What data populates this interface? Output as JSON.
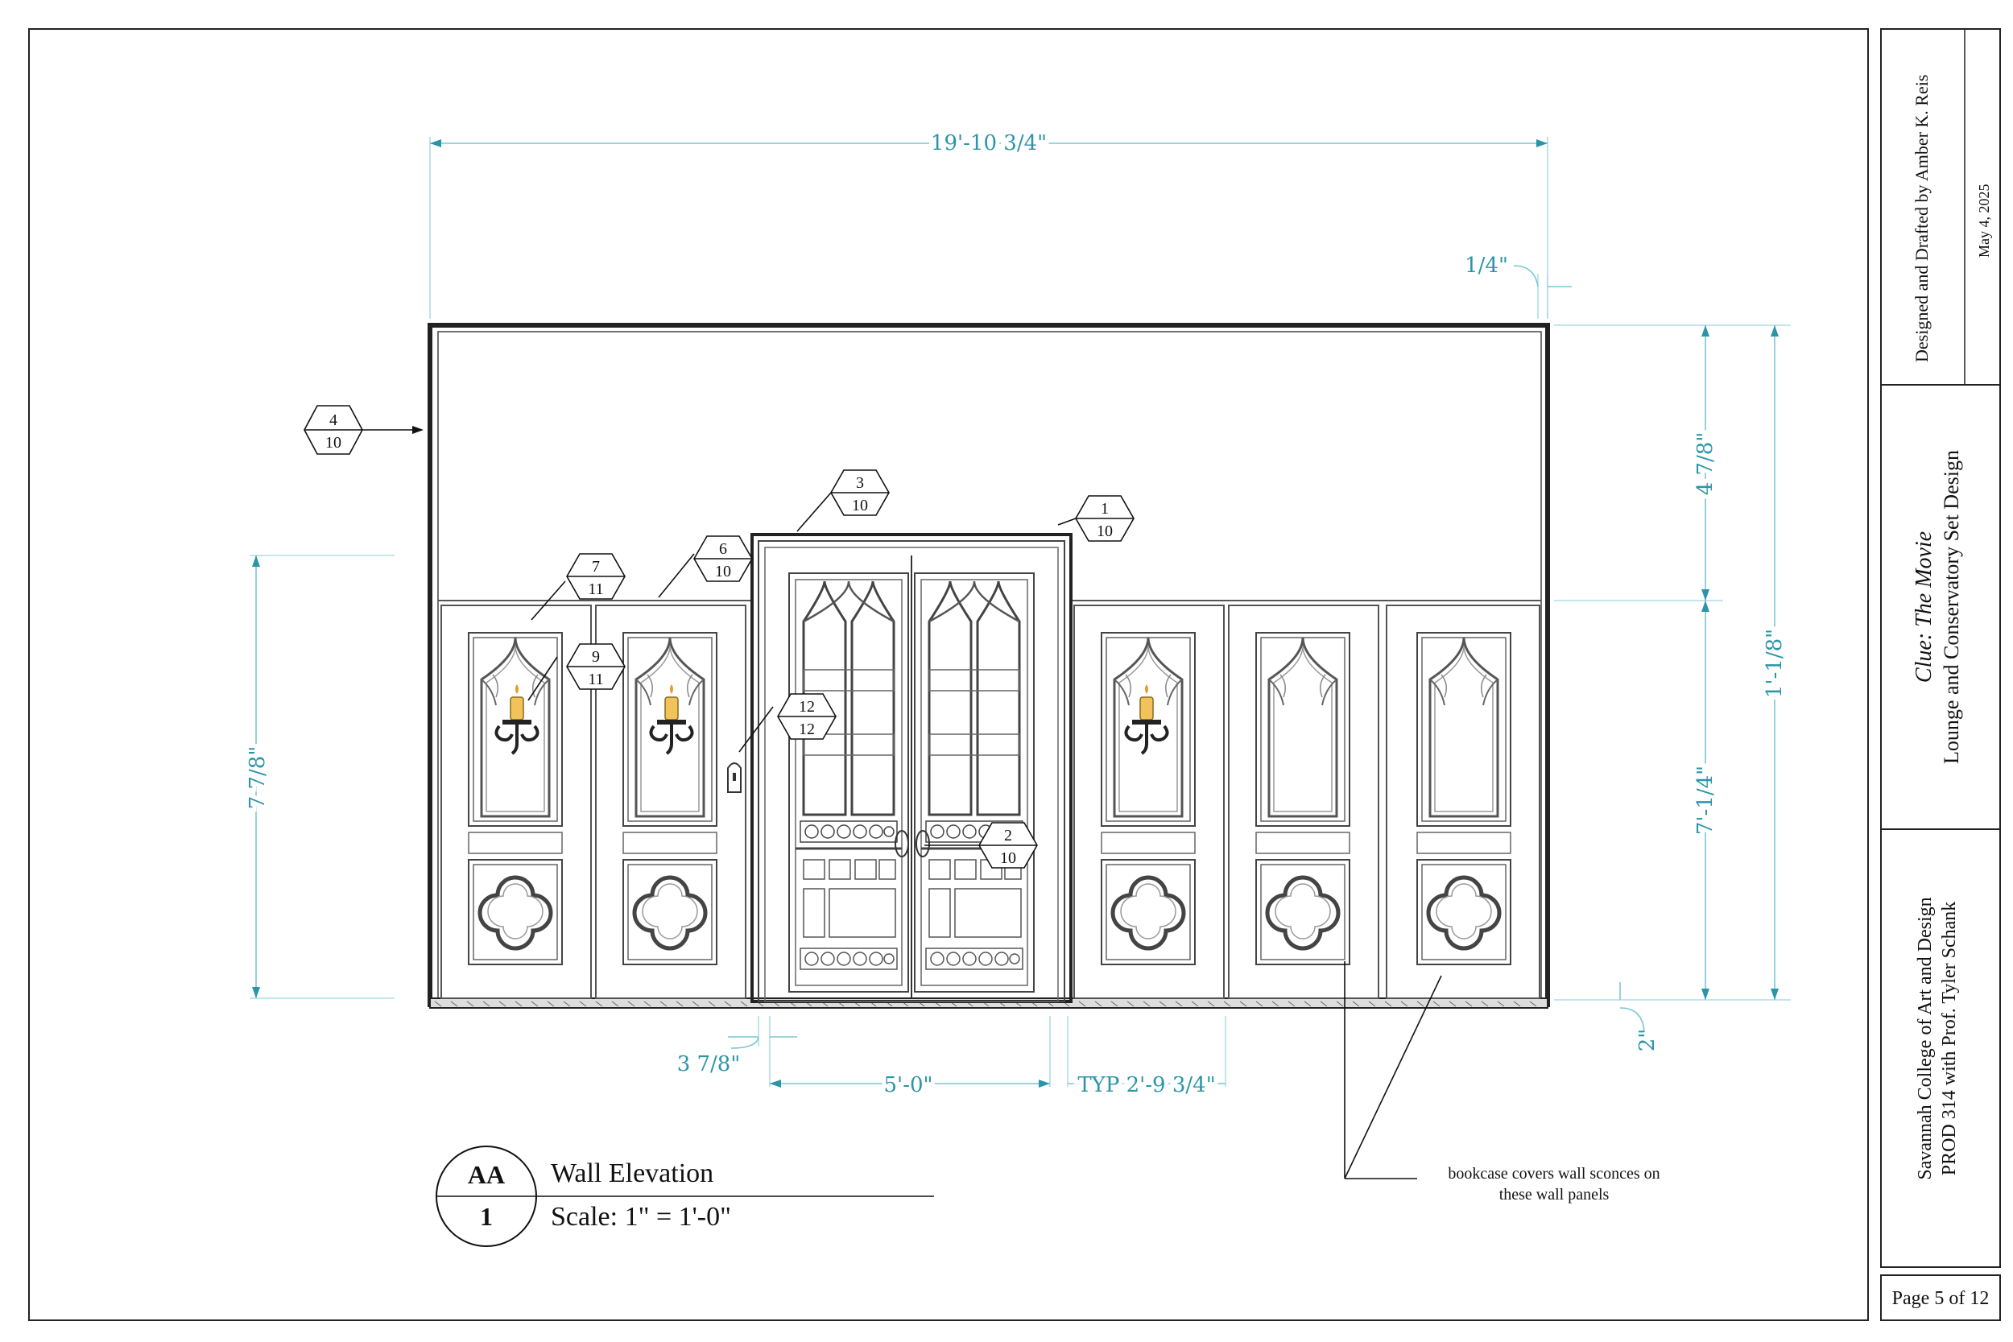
{
  "title_block": {
    "designer": "Designed and Drafted by Amber K. Reis",
    "date": "May 4, 2025",
    "show_title": "Clue: The Movie",
    "project": "Lounge and Conservatory Set Design",
    "school": "Savannah College of Art and Design",
    "course": "PROD 314 with Prof. Tyler Schank",
    "page": "Page 5 of 12"
  },
  "drawing": {
    "id": "AA",
    "sheet_number": "1",
    "name": "Wall Elevation",
    "scale": "Scale: 1\" = 1'-0\""
  },
  "dimensions": {
    "overall_width": "19'-10 3/4\"",
    "cap": "1/4\"",
    "upper_height": "4 7/8\"",
    "total_height": "1'-1/8\"",
    "wainscot_height": "7'-1/4\"",
    "left_height": "7 7/8\"",
    "base": "2\"",
    "door_offset": "3 7/8\"",
    "door_width": "5'-0\"",
    "panel_width": "TYP 2'-9 3/4\""
  },
  "tags": [
    {
      "top": "4",
      "bottom": "10"
    },
    {
      "top": "3",
      "bottom": "10"
    },
    {
      "top": "1",
      "bottom": "10"
    },
    {
      "top": "6",
      "bottom": "10"
    },
    {
      "top": "7",
      "bottom": "11"
    },
    {
      "top": "9",
      "bottom": "11"
    },
    {
      "top": "12",
      "bottom": "12"
    },
    {
      "top": "2",
      "bottom": "10"
    }
  ],
  "note": {
    "line1": "bookcase covers wall sconces on",
    "line2": "these wall panels"
  },
  "colors": {
    "dimension": "#2a95a8",
    "linework": "#333333",
    "flame": "#f2c35a"
  }
}
